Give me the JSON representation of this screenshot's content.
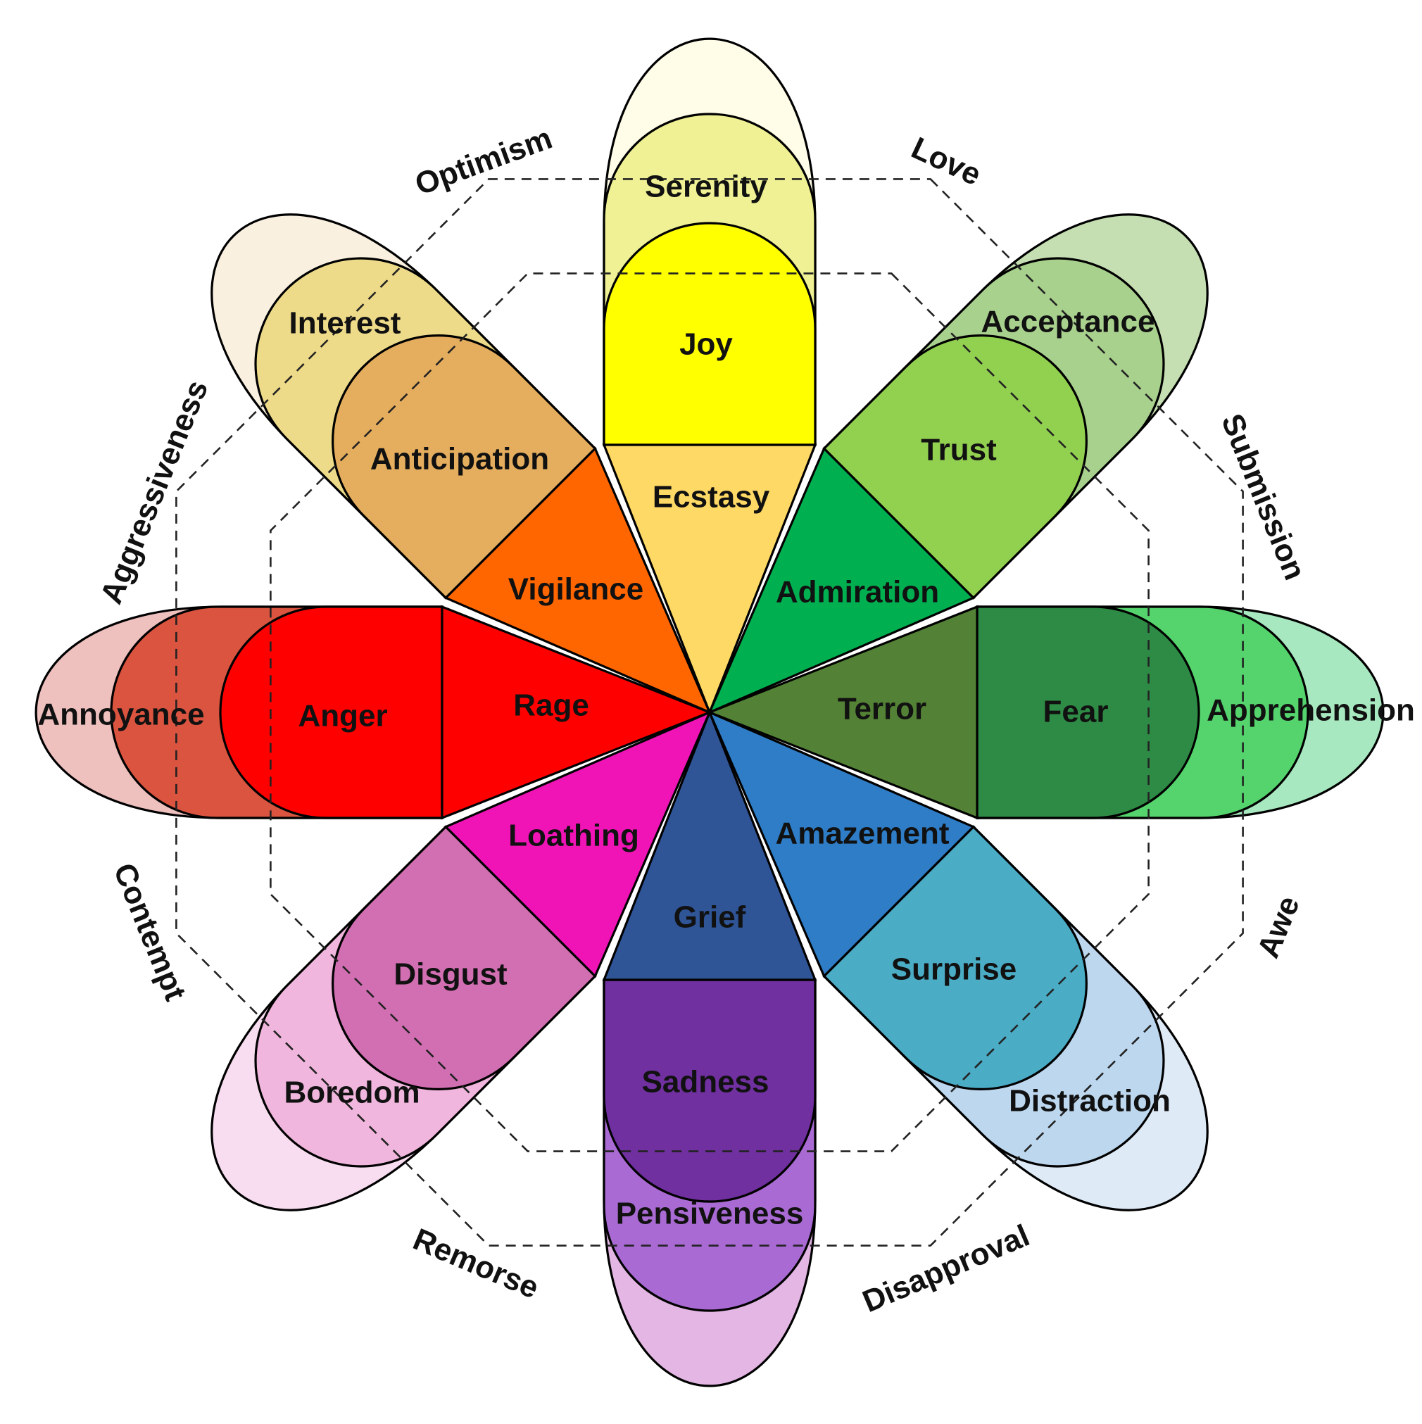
{
  "petals": [
    {
      "id": "joy",
      "outer": {
        "label": "Serenity",
        "color": "#FFFCE8"
      },
      "middle": {
        "label": "Serenity",
        "color": "#EFF194"
      },
      "inner": {
        "label": "Joy",
        "color": "#FFFF00"
      },
      "core": {
        "label": "Ecstasy",
        "color": "#FFD966"
      }
    },
    {
      "id": "trust",
      "outer": {
        "label": "Acceptance",
        "color": "#C5DFB2"
      },
      "middle": {
        "label": "Acceptance",
        "color": "#A9D18E"
      },
      "inner": {
        "label": "Trust",
        "color": "#92D050"
      },
      "core": {
        "label": "Admiration",
        "color": "#00B050"
      }
    },
    {
      "id": "fear",
      "outer": {
        "label": "Apprehension",
        "color": "#A8E8C0"
      },
      "middle": {
        "label": "Apprehension",
        "color": "#55D46E"
      },
      "inner": {
        "label": "Fear",
        "color": "#2E8B45"
      },
      "core": {
        "label": "Terror",
        "color": "#538135"
      }
    },
    {
      "id": "surprise",
      "outer": {
        "label": "Distraction",
        "color": "#DEEAF6"
      },
      "middle": {
        "label": "Distraction",
        "color": "#BDD7EE"
      },
      "inner": {
        "label": "Surprise",
        "color": "#4BACC6"
      },
      "core": {
        "label": "Amazement",
        "color": "#2E7DC6"
      }
    },
    {
      "id": "sadness",
      "outer": {
        "label": "Pensiveness",
        "color": "#E3B6E3"
      },
      "middle": {
        "label": "Pensiveness",
        "color": "#A96BD3"
      },
      "inner": {
        "label": "Sadness",
        "color": "#7030A0"
      },
      "core": {
        "label": "Grief",
        "color": "#2F5597"
      }
    },
    {
      "id": "disgust",
      "outer": {
        "label": "Boredom",
        "color": "#F8DDF1"
      },
      "middle": {
        "label": "Boredom",
        "color": "#F0B6DD"
      },
      "inner": {
        "label": "Disgust",
        "color": "#D26FB3"
      },
      "core": {
        "label": "Loathing",
        "color": "#F014B6"
      }
    },
    {
      "id": "anger",
      "outer": {
        "label": "Annoyance",
        "color": "#EEC0BE"
      },
      "middle": {
        "label": "Annoyance",
        "color": "#DA5440"
      },
      "inner": {
        "label": "Anger",
        "color": "#FF0000"
      },
      "core": {
        "label": "Rage",
        "color": "#FF0000"
      }
    },
    {
      "id": "anticipation",
      "outer": {
        "label": "Interest",
        "color": "#FAF0E0"
      },
      "middle": {
        "label": "Interest",
        "color": "#EEDB8A"
      },
      "inner": {
        "label": "Anticipation",
        "color": "#E5AE5E"
      },
      "core": {
        "label": "Vigilance",
        "color": "#FF6600"
      }
    }
  ],
  "labels": {
    "serenity": "Serenity",
    "joy": "Joy",
    "ecstasy": "Ecstasy",
    "acceptance": "Acceptance",
    "trust": "Trust",
    "admiration": "Admiration",
    "apprehension": "Apprehension",
    "fear": "Fear",
    "terror": "Terror",
    "distraction": "Distraction",
    "surprise": "Surprise",
    "amazement": "Amazement",
    "pensiveness": "Pensiveness",
    "sadness": "Sadness",
    "grief": "Grief",
    "boredom": "Boredom",
    "disgust": "Disgust",
    "loathing": "Loathing",
    "annoyance": "Annoyance",
    "anger": "Anger",
    "rage": "Rage",
    "interest": "Interest",
    "anticipation": "Anticipation",
    "vigilance": "Vigilance"
  },
  "dyads": {
    "optimism": "Optimism",
    "love": "Love",
    "submission": "Submission",
    "awe": "Awe",
    "disapproval": "Disapproval",
    "remorse": "Remorse",
    "contempt": "Contempt",
    "aggressiveness": "Aggressiveness"
  }
}
